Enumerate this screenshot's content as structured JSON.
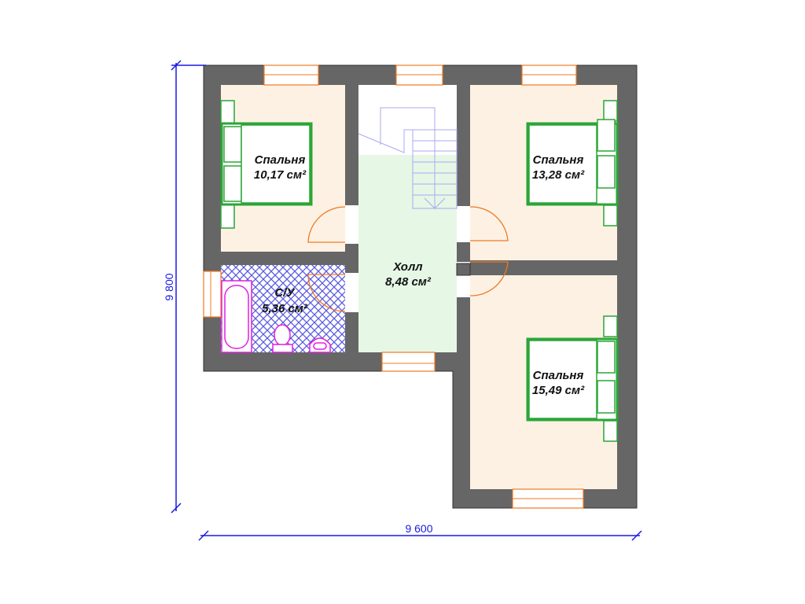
{
  "rooms": [
    {
      "name": "Спальня",
      "area": "10,17 см²"
    },
    {
      "name": "С/У",
      "area": "5,36 см²"
    },
    {
      "name": "Холл",
      "area": "8,48 см²"
    },
    {
      "name": "Спальня",
      "area": "13,28 см²"
    },
    {
      "name": "Спальня",
      "area": "15,49 см²"
    }
  ],
  "dimensions": {
    "height": "9 800",
    "width": "9 600"
  },
  "colors": {
    "wall": "#666666",
    "bedroom": "#fdf1e4",
    "hall": "#e6f7e6",
    "window": "#f07a20",
    "furniture": "#2aa637",
    "dimension": "#1a1ae0"
  }
}
